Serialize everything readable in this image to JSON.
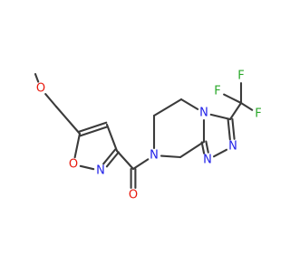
{
  "molecule": {
    "colors": {
      "bond": "#3b3b3b",
      "O": "#e8180c",
      "N": "#2020e8",
      "F": "#2aa82a"
    },
    "atoms": {
      "o_ether": {
        "symbol": "O",
        "color_key": "O"
      },
      "o_isox": {
        "symbol": "O",
        "color_key": "O"
      },
      "n_isox": {
        "symbol": "N",
        "color_key": "N"
      },
      "o_carbonyl": {
        "symbol": "O",
        "color_key": "O"
      },
      "n_amide": {
        "symbol": "N",
        "color_key": "N"
      },
      "n_fused": {
        "symbol": "N",
        "color_key": "N"
      },
      "n_triazole_1": {
        "symbol": "N",
        "color_key": "N"
      },
      "n_triazole_2": {
        "symbol": "N",
        "color_key": "N"
      },
      "f_top": {
        "symbol": "F",
        "color_key": "F"
      },
      "f_left": {
        "symbol": "F",
        "color_key": "F"
      },
      "f_right": {
        "symbol": "F",
        "color_key": "F"
      }
    }
  }
}
